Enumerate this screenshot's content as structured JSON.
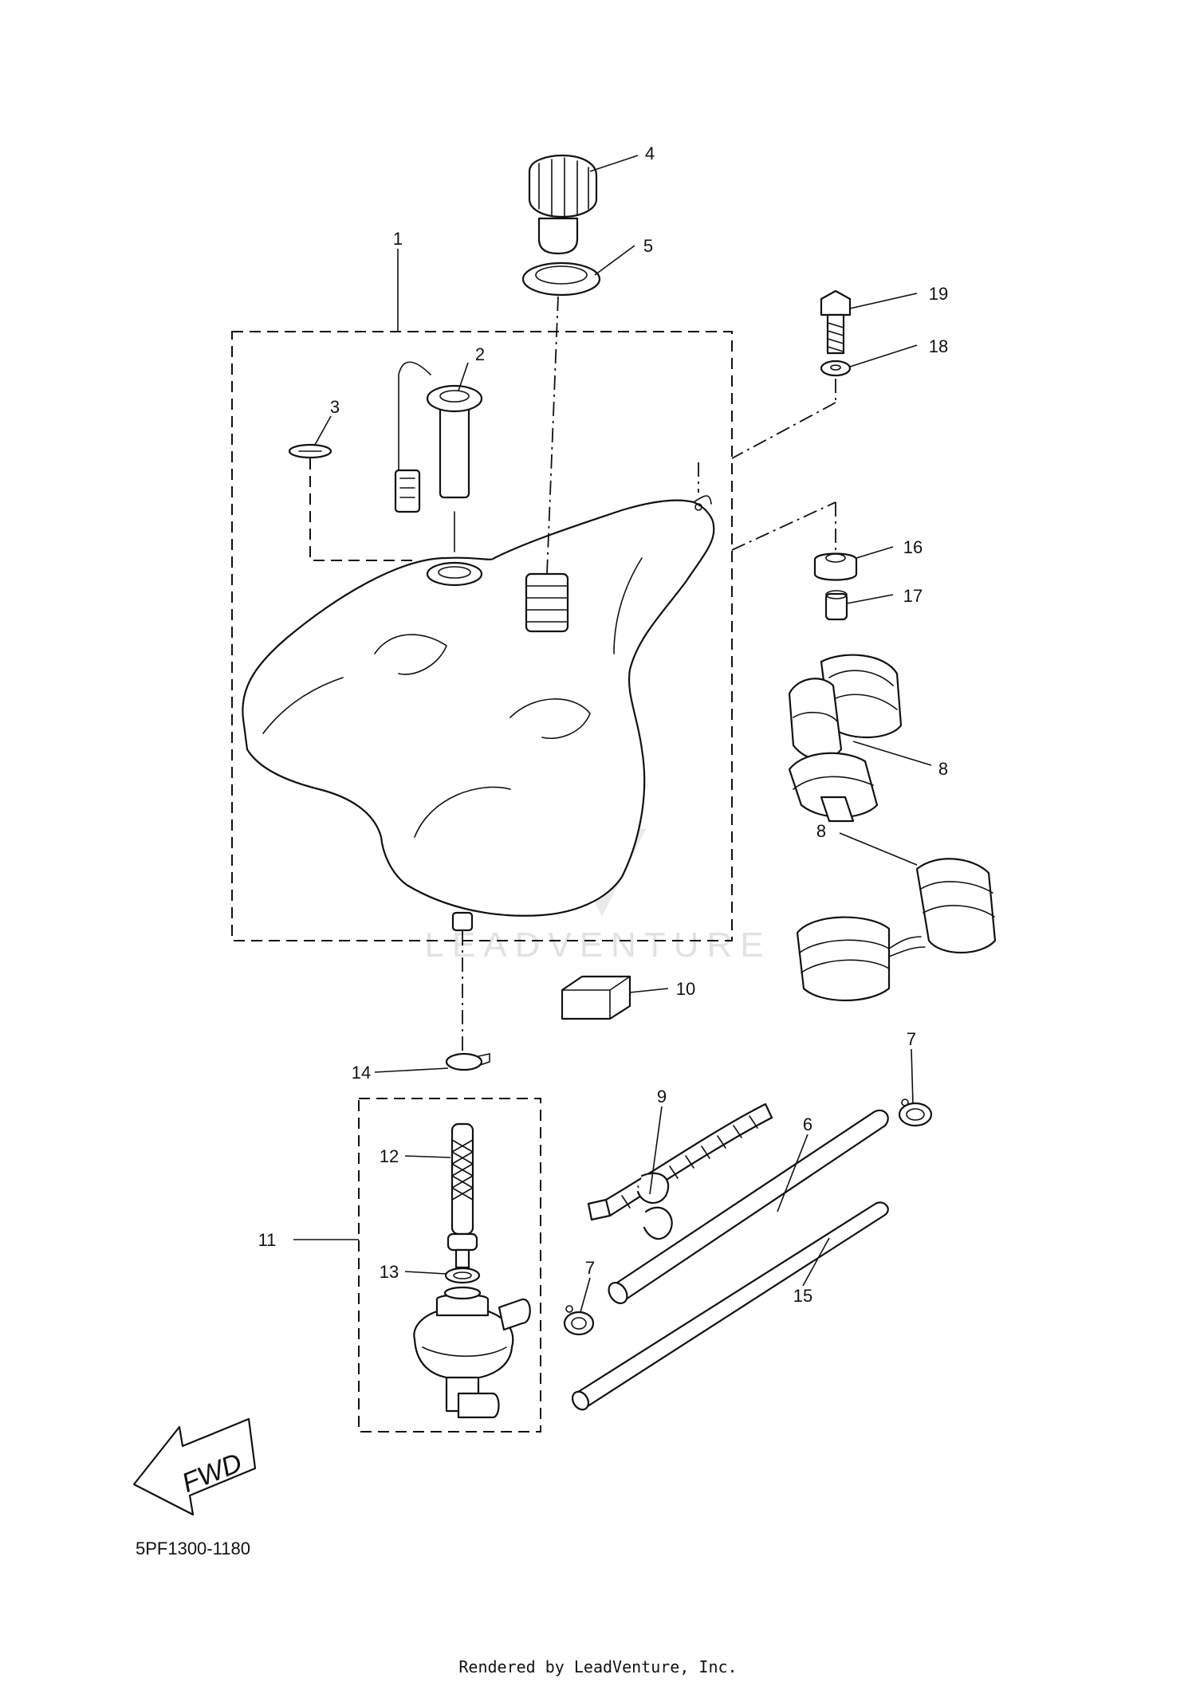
{
  "callouts": {
    "c1": "1",
    "c2": "2",
    "c3": "3",
    "c4": "4",
    "c5": "5",
    "c6": "6",
    "c7a": "7",
    "c7b": "7",
    "c8a": "8",
    "c8b": "8",
    "c9": "9",
    "c10": "10",
    "c11": "11",
    "c12": "12",
    "c13": "13",
    "c14": "14",
    "c15": "15",
    "c16": "16",
    "c17": "17",
    "c18": "18",
    "c19": "19"
  },
  "direction_label": "FWD",
  "diagram_code": "5PF1300-1180",
  "watermark": "LEADVENTURE",
  "footer": "Rendered by LeadVenture, Inc."
}
